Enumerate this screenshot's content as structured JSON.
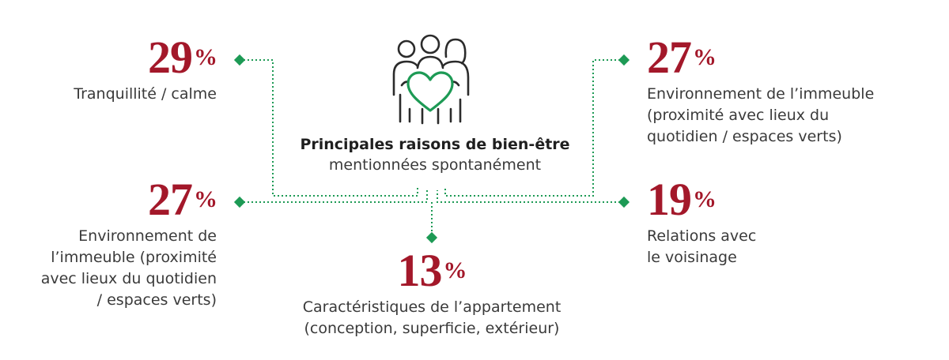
{
  "colors": {
    "accent": "#a3182a",
    "connector": "#1d9a55",
    "text": "#3a3a3a"
  },
  "icon": "people-heart-icon",
  "center": {
    "title": "Principales raisons de bien-être",
    "subtitle": "mentionnées spontanément"
  },
  "items": {
    "top_left": {
      "value": "29",
      "unit": "%",
      "label": "Tranquillité / calme"
    },
    "mid_left": {
      "value": "27",
      "unit": "%",
      "label": "Environnement de\nl’immeuble (proximité\navec lieux du quotidien\n/ espaces verts)"
    },
    "bottom_center": {
      "value": "13",
      "unit": "%",
      "label": "Caractéristiques de l’appartement\n(conception, superficie, extérieur)"
    },
    "top_right": {
      "value": "27",
      "unit": "%",
      "label": "Environnement de l’immeuble\n(proximité avec lieux du\nquotidien / espaces verts)"
    },
    "mid_right": {
      "value": "19",
      "unit": "%",
      "label": "Relations avec\nle voisinage"
    }
  }
}
